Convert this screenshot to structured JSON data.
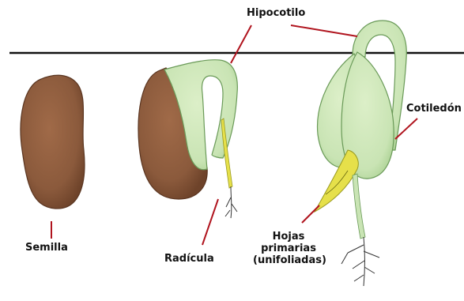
{
  "labels": {
    "hipocotilo": "Hipocotilo",
    "cotiledon": "Cotiledón",
    "semilla": "Semilla",
    "radicula": "Radícula",
    "hojas_line1": "Hojas",
    "hojas_line2": "primarias",
    "hojas_line3": "(unifoliadas)"
  },
  "colors": {
    "seed_brown": "#8b5a3c",
    "cotyledon_green": "#c9e4b4",
    "leaf_yellow": "#e6e04a",
    "root_line": "#333333",
    "leader_red": "#b0141e",
    "ground_line": "#111111"
  }
}
